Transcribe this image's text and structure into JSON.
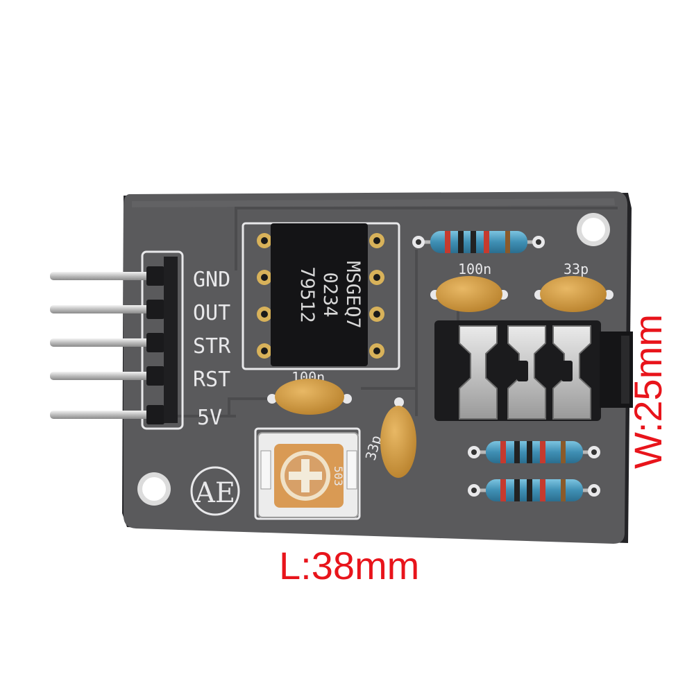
{
  "product": {
    "chip": {
      "line1": "MSGEQ7",
      "line2": "0234",
      "line3": "79512"
    },
    "pin_labels": [
      "GND",
      "OUT",
      "STR",
      "RST",
      "5V"
    ],
    "cap_labels": {
      "c1": "100n",
      "c2": "33p",
      "c3": "100n",
      "c4": "33p"
    },
    "pot_label": "503",
    "logo_text": "AE",
    "colors": {
      "board": "#5a5a5c",
      "board_edge": "#222225",
      "silkscreen": "#e8e8ea",
      "capacitor": "#d8a24a",
      "resistor_body": "#4a9dc0",
      "gold_pin": "#d8b25a",
      "dimension_text": "#e8141b"
    }
  },
  "dimensions": {
    "length": "L:38mm",
    "width": "W:25mm"
  }
}
